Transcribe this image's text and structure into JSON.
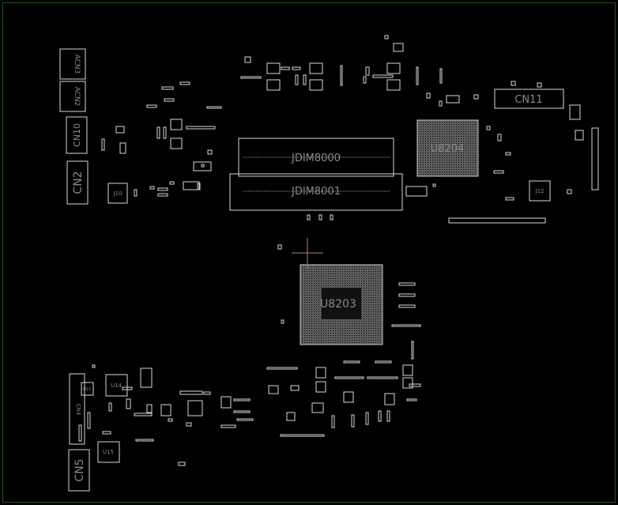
{
  "board": {
    "outline_color": "#0f5f0f",
    "part_color": "#d8d8d8",
    "label_color": "#8a8a8a",
    "cursor_color": "#b08080"
  },
  "labels": {
    "acn3": "ACN3",
    "acn2": "ACN2",
    "cn10": "CN10",
    "cn2": "CN2",
    "j10": "J10",
    "cn11": "CN11",
    "u8204": "U8204",
    "jdim8000": "JDIM8000",
    "jdim8001": "JDIM8001",
    "u8203": "U8203",
    "j12": "J12",
    "cn4": "CN4",
    "cn5": "CN5",
    "u14": "U14",
    "u15": "U15",
    "u11": "U11"
  }
}
